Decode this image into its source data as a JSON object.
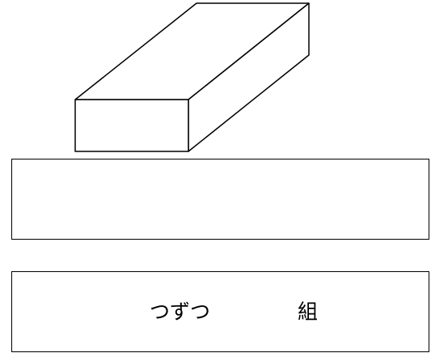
{
  "diagram": {
    "object": "rectangular-block-3d",
    "stroke_color": "#000000",
    "fill_color": "#ffffff"
  },
  "answer_box": {
    "text": ""
  },
  "label_box": {
    "left_text": "つずつ",
    "right_text": "組"
  }
}
